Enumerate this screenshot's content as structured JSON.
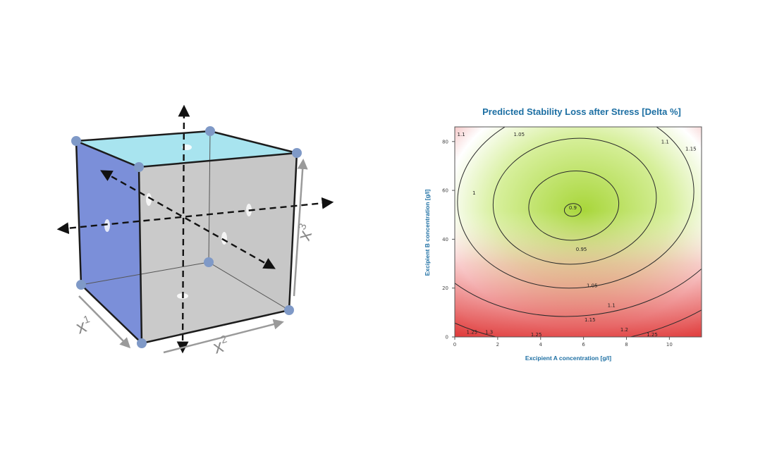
{
  "cube_diagram": {
    "axis_labels": {
      "x1": {
        "base": "x",
        "sup": "1"
      },
      "x2": {
        "base": "x",
        "sup": "2"
      },
      "x3": {
        "base": "x",
        "sup": "3"
      }
    },
    "colors": {
      "left_face": "#7b8fd9",
      "top_face": "#a8e4ef",
      "gray_face": "#c9c9c9",
      "corner_point": "#7f99c7",
      "edge": "#1c1c1c",
      "axis_arrow_gray": "#9a9a9a"
    }
  },
  "chart_data": {
    "type": "contour",
    "title": "Predicted Stability Loss after Stress [Delta %]",
    "xlabel": "Excipient A concentration [g/l]",
    "ylabel": "Excipient B concentration [g/l]",
    "xlim": [
      0,
      11.5
    ],
    "ylim": [
      0,
      86
    ],
    "x_ticks": [
      0,
      2,
      4,
      6,
      8,
      10
    ],
    "y_ticks": [
      0,
      20,
      40,
      60,
      80
    ],
    "minimum": {
      "x": 5.5,
      "y": 52,
      "value": 0.9
    },
    "contour_levels": [
      0.9,
      0.95,
      1.0,
      1.05,
      1.1,
      1.15,
      1.2,
      1.25,
      1.3
    ],
    "contour_labels": [
      {
        "text": "0.9",
        "x": 5.5,
        "y": 53
      },
      {
        "text": "0.95",
        "x": 5.9,
        "y": 36
      },
      {
        "text": "1",
        "x": 0.9,
        "y": 59
      },
      {
        "text": "1.05",
        "x": 3.0,
        "y": 83
      },
      {
        "text": "1.05",
        "x": 6.4,
        "y": 21
      },
      {
        "text": "1.1",
        "x": 0.3,
        "y": 83
      },
      {
        "text": "1.1",
        "x": 9.8,
        "y": 80
      },
      {
        "text": "1.1",
        "x": 7.3,
        "y": 13
      },
      {
        "text": "1.15",
        "x": 11.0,
        "y": 77
      },
      {
        "text": "1.15",
        "x": 6.3,
        "y": 7
      },
      {
        "text": "1.2",
        "x": 7.9,
        "y": 3
      },
      {
        "text": "1.25",
        "x": 0.8,
        "y": 2
      },
      {
        "text": "1.3",
        "x": 1.6,
        "y": 2
      },
      {
        "text": "1.25",
        "x": 3.8,
        "y": 1
      },
      {
        "text": "1.25",
        "x": 9.2,
        "y": 1
      }
    ],
    "colors": {
      "low": "#a8d63a",
      "mid": "#ffffff",
      "high": "#e03c3c",
      "title": "#1d6fa3",
      "axis_label": "#1d6fa3"
    }
  }
}
